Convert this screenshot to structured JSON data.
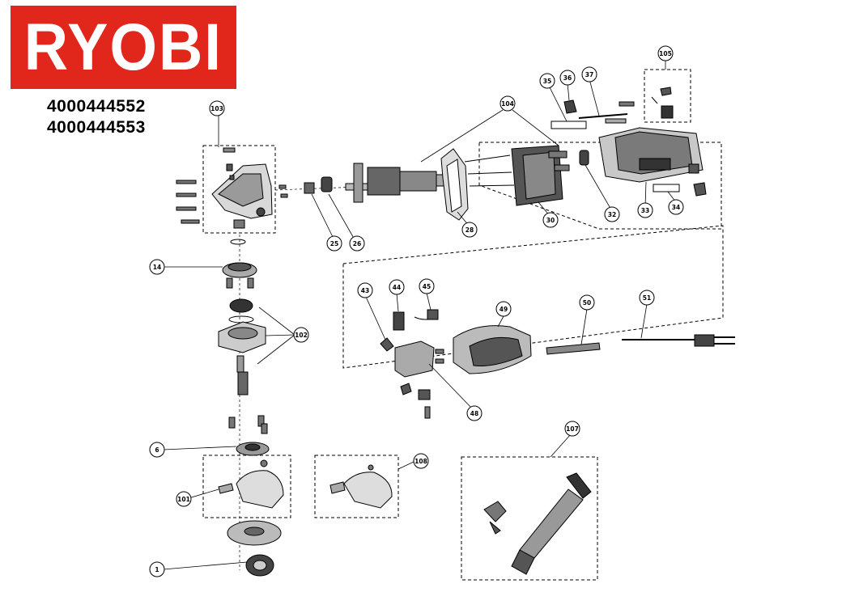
{
  "brand": {
    "name": "RYOBI",
    "color": "#e1261c"
  },
  "models": [
    "4000444552",
    "4000444553"
  ],
  "callouts": [
    "103",
    "25",
    "26",
    "104",
    "28",
    "30",
    "32",
    "33",
    "34",
    "35",
    "36",
    "37",
    "105",
    "14",
    "102",
    "43",
    "44",
    "45",
    "49",
    "50",
    "51",
    "48",
    "6",
    "108",
    "101",
    "107",
    "1"
  ]
}
